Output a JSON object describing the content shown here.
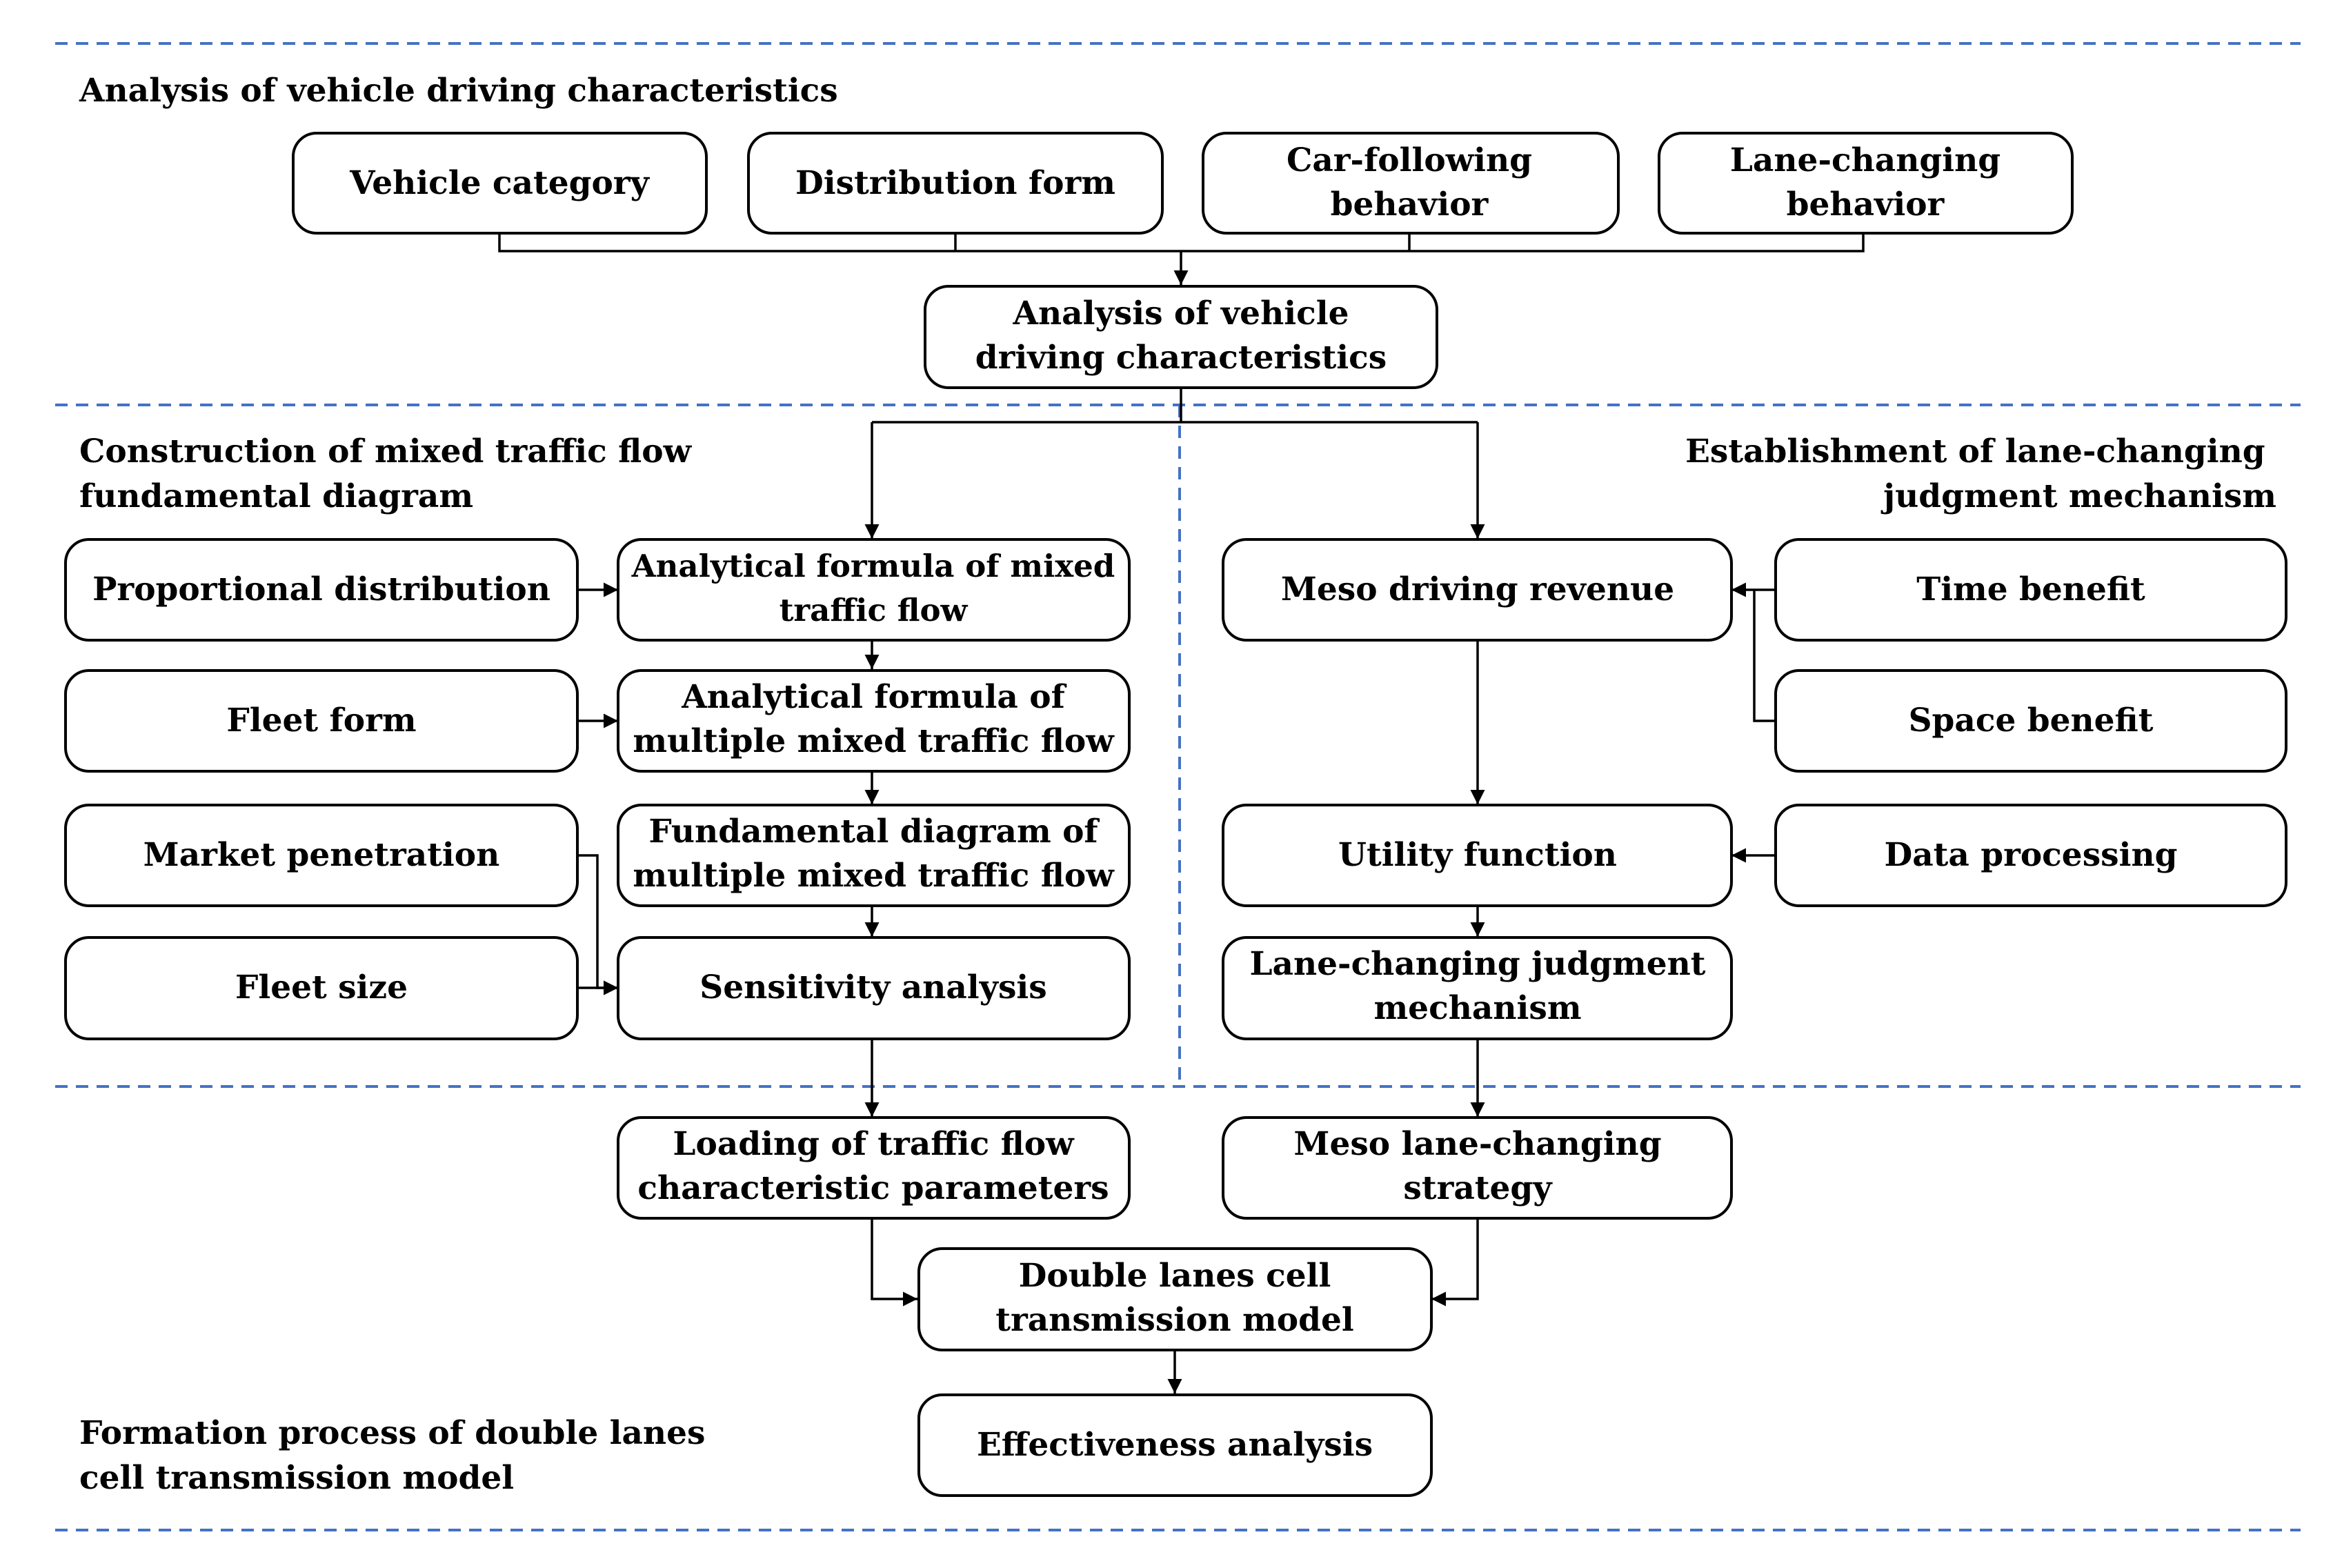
{
  "colors": {
    "separator": "#4472c4",
    "line": "#000000",
    "box_fill": "#ffffff"
  },
  "sections": {
    "analysis": "Analysis of vehicle driving characteristics",
    "construction": [
      "Construction of mixed traffic flow",
      "fundamental diagram"
    ],
    "establishment": [
      "Establishment of lane-changing",
      "judgment mechanism"
    ],
    "formation": [
      "Formation process of double lanes",
      "cell transmission model"
    ]
  },
  "boxes": {
    "vehicle_category": [
      "Vehicle category"
    ],
    "distribution_form": [
      "Distribution form"
    ],
    "car_following": [
      "Car-following",
      "behavior"
    ],
    "lane_changing_behavior": [
      "Lane-changing",
      "behavior"
    ],
    "analysis_center": [
      "Analysis of vehicle",
      "driving characteristics"
    ],
    "proportional_distribution": [
      "Proportional distribution"
    ],
    "fleet_form": [
      "Fleet form"
    ],
    "market_penetration": [
      "Market penetration"
    ],
    "fleet_size": [
      "Fleet size"
    ],
    "analytical_mixed": [
      "Analytical formula of mixed",
      "traffic flow"
    ],
    "analytical_multiple": [
      "Analytical formula of",
      "multiple mixed traffic flow"
    ],
    "fundamental_multiple": [
      "Fundamental diagram  of",
      "multiple mixed traffic flow"
    ],
    "sensitivity": [
      "Sensitivity analysis"
    ],
    "meso_revenue": [
      "Meso driving revenue"
    ],
    "time_benefit": [
      "Time benefit"
    ],
    "space_benefit": [
      "Space benefit"
    ],
    "utility": [
      "Utility function"
    ],
    "data_processing": [
      "Data processing"
    ],
    "lane_judgment": [
      "Lane-changing  judgment",
      "mechanism"
    ],
    "loading": [
      "Loading of traffic flow",
      "characteristic parameters"
    ],
    "meso_strategy": [
      "Meso lane-changing",
      "strategy"
    ],
    "double_lanes": [
      "Double lanes cell",
      "transmission model"
    ],
    "effectiveness": [
      "Effectiveness analysis"
    ]
  }
}
